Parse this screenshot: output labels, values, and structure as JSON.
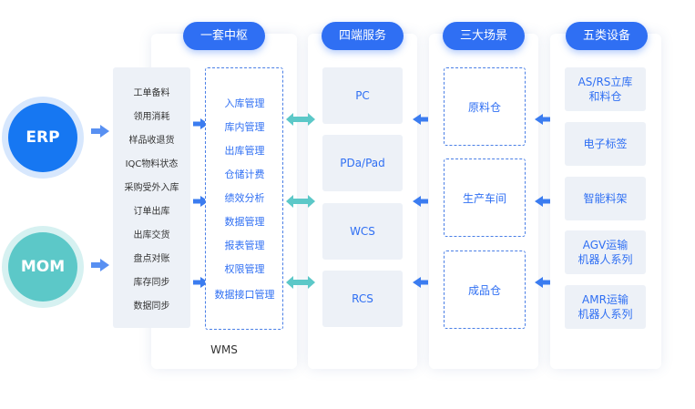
{
  "systems": [
    {
      "label": "ERP",
      "color": "#1677f2"
    },
    {
      "label": "MOM",
      "color": "#5cc8c8"
    }
  ],
  "headers": {
    "hub": "一套中枢",
    "terminals": "四端服务",
    "scenes": "三大场景",
    "devices": "五类设备"
  },
  "sources": [
    "工单备料",
    "领用消耗",
    "样品收退货",
    "IQC物料状态",
    "采购受外入库",
    "订单出库",
    "出库交货",
    "盘点对账",
    "库存同步",
    "数据同步"
  ],
  "modules": [
    "入库管理",
    "库内管理",
    "出库管理",
    "仓储计费",
    "绩效分析",
    "数据管理",
    "报表管理",
    "权限管理",
    "数据接口管理"
  ],
  "wms_label": "WMS",
  "terminals": [
    "PC",
    "PDa/Pad",
    "WCS",
    "RCS"
  ],
  "scenes": [
    "原料仓",
    "生产车间",
    "成品仓"
  ],
  "devices": [
    [
      "AS/RS立库",
      "和料仓"
    ],
    [
      "电子标签"
    ],
    [
      "智能料架"
    ],
    [
      "AGV运输",
      "机器人系列"
    ],
    [
      "AMR运输",
      "机器人系列"
    ]
  ],
  "colors": {
    "accent": "#2f6ff3",
    "teal": "#5cc8c8",
    "panel_fill": "#edf1f7"
  }
}
